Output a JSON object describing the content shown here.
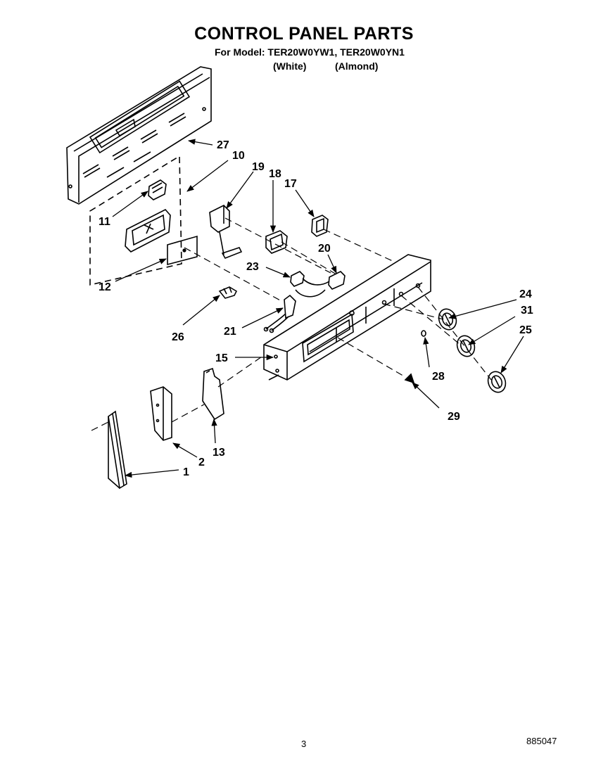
{
  "header": {
    "title": "CONTROL PANEL PARTS",
    "models_line": "For Model: TER20W0YW1, TER20W0YN1",
    "variant_1": "(White)",
    "variant_2": "(Almond)"
  },
  "callouts": {
    "c1": "1",
    "c2": "2",
    "c10": "10",
    "c11": "11",
    "c12": "12",
    "c13": "13",
    "c15": "15",
    "c17": "17",
    "c18": "18",
    "c19": "19",
    "c20": "20",
    "c21": "21",
    "c23": "23",
    "c24": "24",
    "c25": "25",
    "c26": "26",
    "c27": "27",
    "c28": "28",
    "c29": "29",
    "c31": "31"
  },
  "footer": {
    "page_number": "3",
    "document_number": "885047"
  }
}
